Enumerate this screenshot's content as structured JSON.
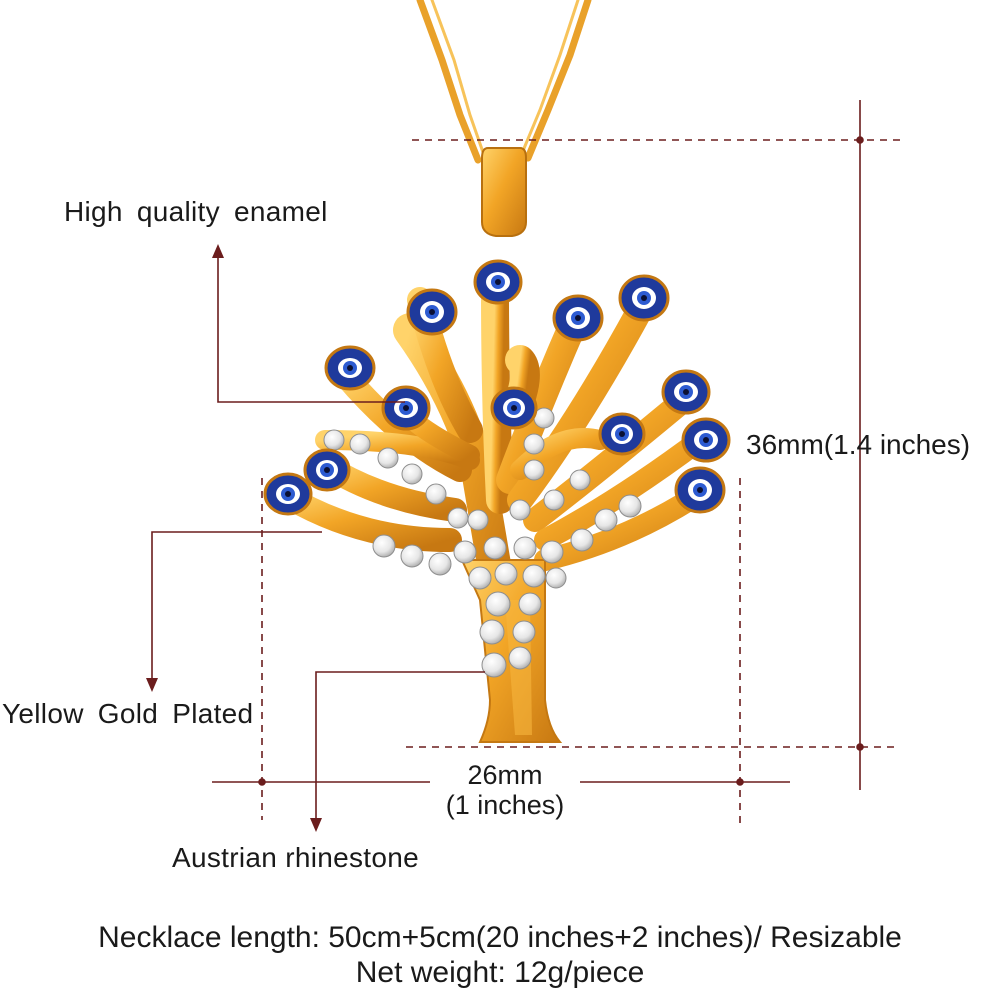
{
  "labels": {
    "enamel": "High quality enamel",
    "gold": "Yellow Gold Plated",
    "rhinestone": "Austrian rhinestone"
  },
  "dimensions": {
    "height": "36mm(1.4 inches)",
    "width_mm": "26mm",
    "width_in": "(1 inches)"
  },
  "footer": {
    "length": "Necklace length: 50cm+5cm(20 inches+2 inches)/ Resizable",
    "weight": "Net weight: 12g/piece"
  },
  "colors": {
    "gold": "#f0a523",
    "gold_dark": "#c97a0e",
    "enamel_blue": "#1f3a9c",
    "guide_line": "#6b1d1d",
    "rhinestone": "#f2f2f2"
  }
}
